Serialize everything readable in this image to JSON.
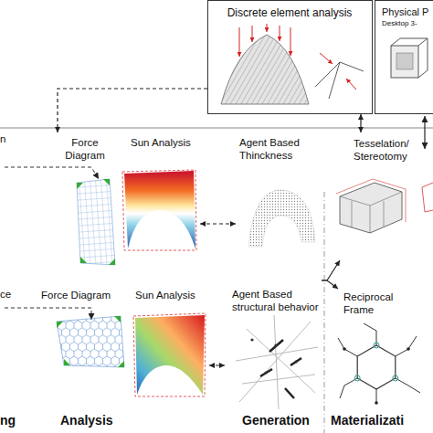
{
  "diagram": {
    "nodes": [
      {
        "text": [
          "Discrete element analysis"
        ]
      },
      {
        "text": [
          "Physical P",
          "Desktop 3-"
        ]
      },
      {
        "text": [
          "Force Diagram"
        ]
      },
      {
        "text": [
          "Sun Analysis"
        ]
      },
      {
        "text": [
          "Agent Based Thinckness"
        ]
      },
      {
        "text": [
          "Tesselation/ Stereotomy"
        ]
      },
      {
        "text": [
          "Force Diagram"
        ]
      },
      {
        "text": [
          "Sun Analysis"
        ]
      },
      {
        "text": [
          "Agent Based structural behavior"
        ]
      },
      {
        "text": [
          "Reciprocal Frame"
        ]
      }
    ],
    "edges": [
      {
        "from": 0,
        "to": 2,
        "arrow": "to"
      },
      {
        "from": 0,
        "to": 5,
        "arrow": "both"
      },
      {
        "from": 3,
        "to": 4,
        "arrow": "both"
      },
      {
        "from": 7,
        "to": 8,
        "arrow": "both"
      },
      {
        "from": 8,
        "to": 5,
        "arrow": "to"
      },
      {
        "from": 8,
        "to": 9,
        "arrow": "to"
      }
    ],
    "labels": [
      "n",
      "ce",
      "ng",
      "Analysis",
      "Generation",
      "Materializati"
    ]
  }
}
